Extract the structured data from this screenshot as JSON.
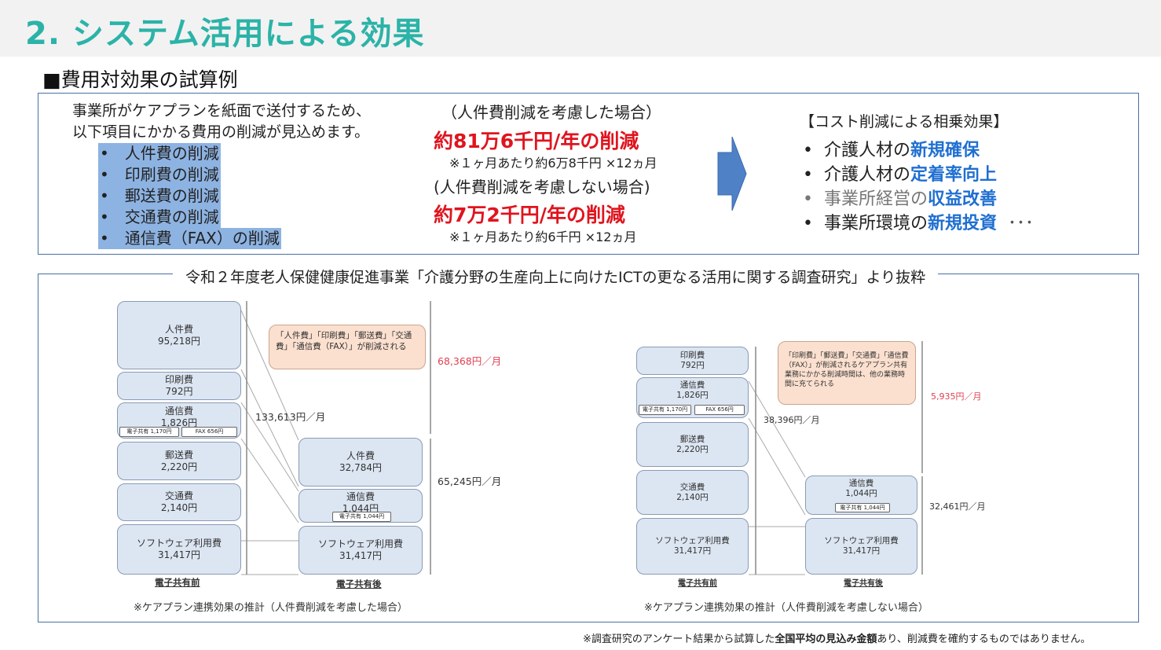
{
  "title": "2. システム活用による効果",
  "subtitle": "■費用対効果の試算例",
  "intro": {
    "line1": "事業所がケアプランを紙面で送付するため、",
    "line2": "以下項目にかかる費用の削減が見込めます。",
    "items": [
      "人件費の削減",
      "印刷費の削減",
      "郵送費の削減",
      "交通費の削減",
      "通信費（FAX）の削減"
    ]
  },
  "case1": {
    "label": "（人件費削減を考慮した場合）",
    "amount": "約81万6千円/年の削減",
    "note": "※１ヶ月あたり約6万8千円 ×12ヵ月"
  },
  "case2": {
    "label": "(人件費削減を考慮しない場合)",
    "amount": "約7万2千円/年の削減",
    "note": "※１ヶ月あたり約6千円 ×12ヵ月"
  },
  "synergy": {
    "heading": "【コスト削減による相乗効果】",
    "items": [
      {
        "pre": "介護人材の",
        "em": "新規確保"
      },
      {
        "pre": "介護人材の",
        "em": "定着率向上"
      },
      {
        "pre": "事業所経営の",
        "em": "収益改善"
      },
      {
        "pre": "事業所環境の",
        "em": "新規投資"
      }
    ],
    "ellipsis": "･･･"
  },
  "source": "令和２年度老人保健健康促進事業「介護分野の生産向上に向けたICTの更なる活用に関する調査研究」より抜粋",
  "diagram1": {
    "before": [
      {
        "n": "人件費",
        "v": "95,218円"
      },
      {
        "n": "印刷費",
        "v": "792円"
      },
      {
        "n": "通信費",
        "v": "1,826円",
        "subs": [
          "電子共有 1,170円",
          "FAX 656円"
        ]
      },
      {
        "n": "郵送費",
        "v": "2,220円"
      },
      {
        "n": "交通費",
        "v": "2,140円"
      },
      {
        "n": "ソフトウェア利用費",
        "v": "31,417円"
      }
    ],
    "after": [
      {
        "n": "人件費",
        "v": "32,784円"
      },
      {
        "n": "通信費",
        "v": "1,044円",
        "subs": [
          "電子共有 1,044円"
        ]
      },
      {
        "n": "ソフトウェア利用費",
        "v": "31,417円"
      }
    ],
    "note": "「人件費」「印刷費」「郵送費」「交通費」「通信費（FAX）」が削減される",
    "total_before": "133,613円／月",
    "saving": "68,368円／月",
    "total_after": "65,245円／月",
    "label_before": "電子共有前",
    "label_after": "電子共有後",
    "caption": "※ケアプラン連携効果の推計（人件費削減を考慮した場合）"
  },
  "diagram2": {
    "before": [
      {
        "n": "印刷費",
        "v": "792円"
      },
      {
        "n": "通信費",
        "v": "1,826円",
        "subs": [
          "電子共有 1,170円",
          "FAX 656円"
        ]
      },
      {
        "n": "郵送費",
        "v": "2,220円"
      },
      {
        "n": "交通費",
        "v": "2,140円"
      },
      {
        "n": "ソフトウェア利用費",
        "v": "31,417円"
      }
    ],
    "after": [
      {
        "n": "通信費",
        "v": "1,044円",
        "subs": [
          "電子共有 1,044円"
        ]
      },
      {
        "n": "ソフトウェア利用費",
        "v": "31,417円"
      }
    ],
    "note": "「印刷費」「郵送費」「交通費」「通信費（FAX）」が削減されるケアプラン共有業務にかかる削減時間は、他の業務時間に充てられる",
    "total_before": "38,396円／月",
    "saving": "5,935円／月",
    "total_after": "32,461円／月",
    "label_before": "電子共有前",
    "label_after": "電子共有後",
    "caption": "※ケアプラン連携効果の推計（人件費削減を考慮しない場合）"
  },
  "disclaimer": {
    "pre": "※調査研究のアンケート結果から試算した",
    "bold": "全国平均の見込み金額",
    "post": "あり、削減費を確約するものではありません。"
  }
}
